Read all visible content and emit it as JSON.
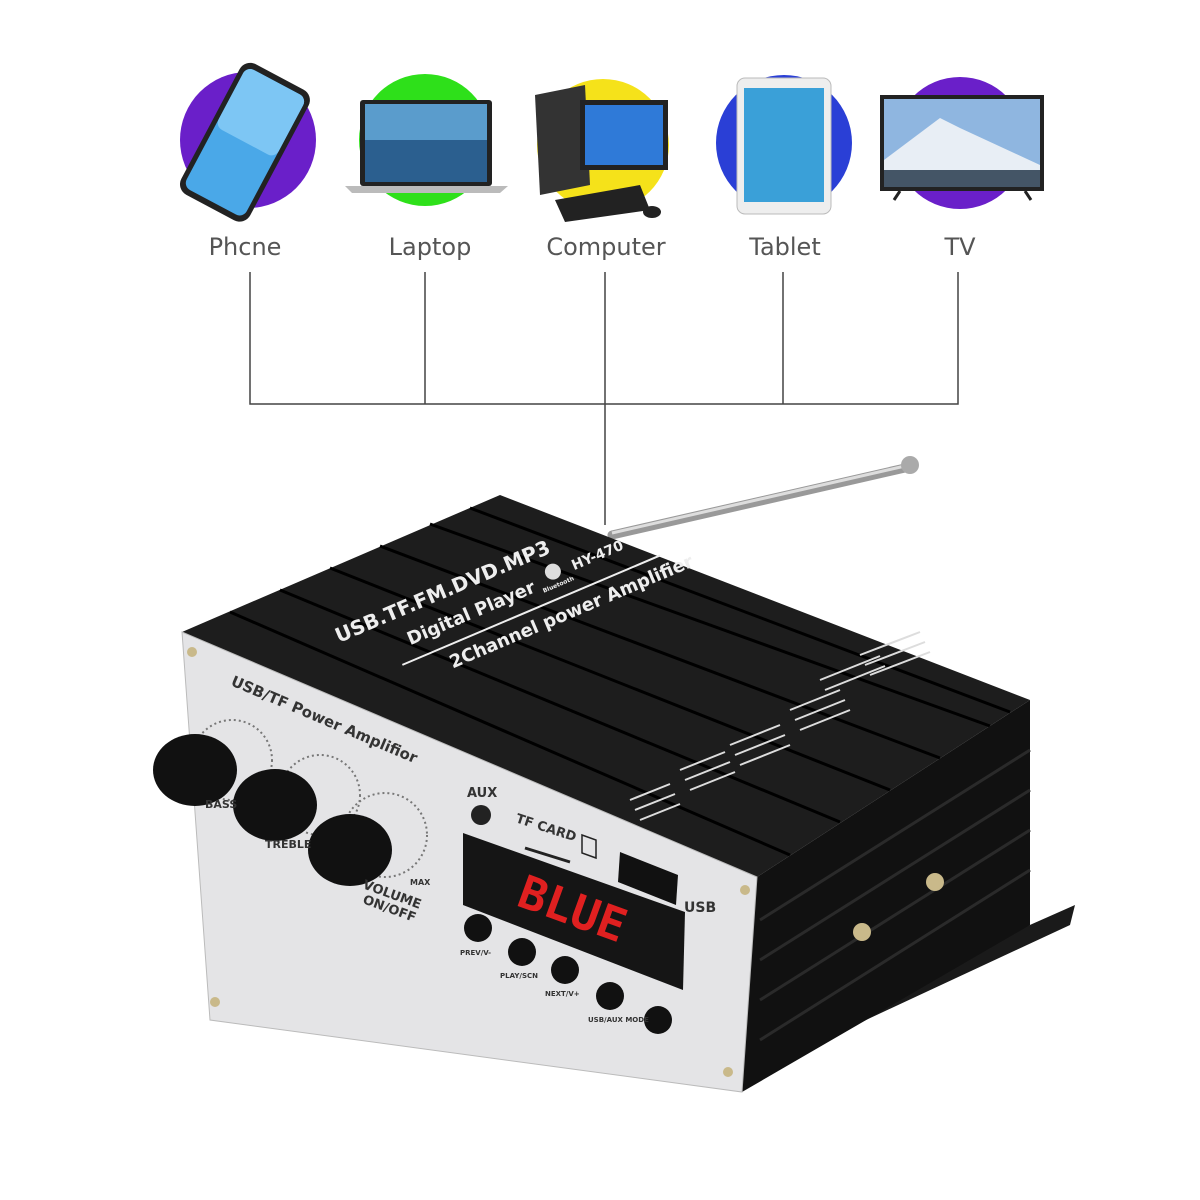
{
  "devices": [
    {
      "label": "Phcne",
      "icon": "smartphone",
      "circle_color": "#6a1fc9"
    },
    {
      "label": "Laptop",
      "icon": "laptop",
      "circle_color": "#2ee01a"
    },
    {
      "label": "Computer",
      "icon": "desktop-computer",
      "circle_color": "#f5e21a"
    },
    {
      "label": "Tablet",
      "icon": "tablet",
      "circle_color": "#2a3fd6"
    },
    {
      "label": "TV",
      "icon": "tv",
      "circle_color": "#6a1fc9"
    }
  ],
  "amplifier": {
    "top_line1": "USB.TF.FM.DVD.MP3",
    "top_line2": "Digital  Player",
    "model": "HY-470",
    "bluetooth_label": "Bluetooth",
    "top_line3": "2Channel  power Amplifier",
    "front_title": "USB/TF  Power  Amplifior",
    "knob_labels": [
      "BASS",
      "TREBLE",
      "VOLUME",
      "ON/OFF",
      "MAX"
    ],
    "aux": "AUX",
    "tf_card": "TF  CARD",
    "usb": "USB",
    "display": "BLUE",
    "buttons": [
      "PREV/V-",
      "PLAY/SCN",
      "NEXT/V+",
      "USB/AUX MODE",
      ""
    ]
  }
}
